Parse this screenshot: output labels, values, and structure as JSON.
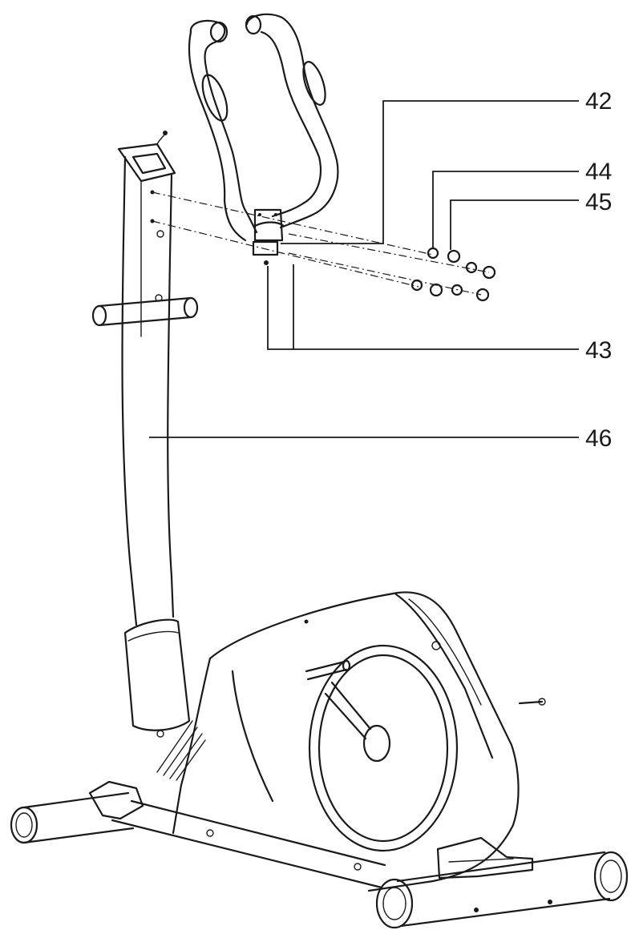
{
  "figure": {
    "callouts": [
      {
        "id": "c42",
        "label": "42"
      },
      {
        "id": "c44",
        "label": "44"
      },
      {
        "id": "c45",
        "label": "45"
      },
      {
        "id": "c43",
        "label": "43"
      },
      {
        "id": "c46",
        "label": "46"
      }
    ]
  },
  "colors": {
    "line": "#1a1a1a",
    "background": "#ffffff"
  }
}
